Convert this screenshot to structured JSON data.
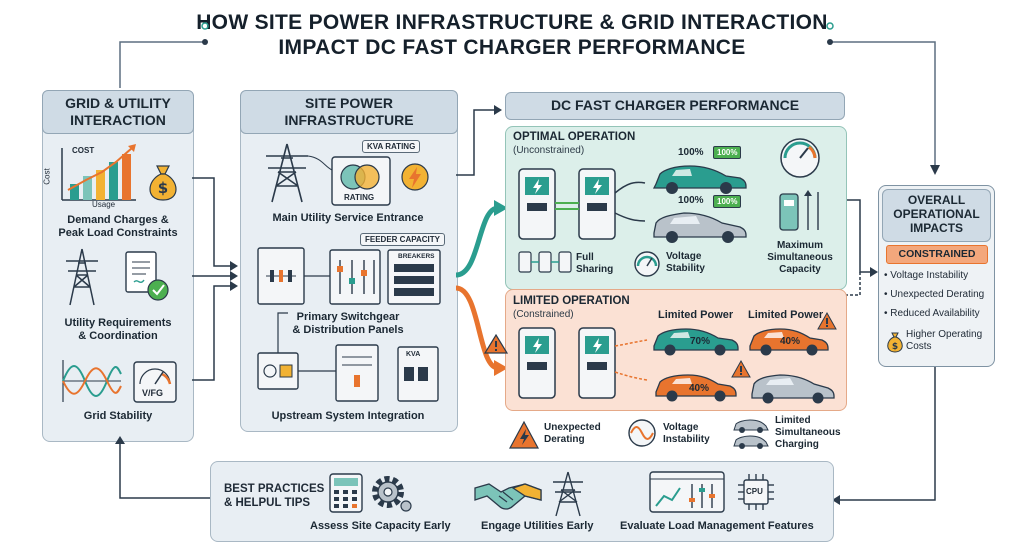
{
  "title": {
    "line1": "HOW SITE POWER INFRASTRUCTURE & GRID INTERACTION",
    "line2": "IMPACT DC FAST CHARGER PERFORMANCE"
  },
  "grid_column": {
    "heading_line1": "GRID & UTILITY",
    "heading_line2": "INTERACTION",
    "chart_cost_label": "COST",
    "chart_axis_y": "Cost",
    "chart_axis_x": "Usage",
    "item1_line1": "Demand Charges &",
    "item1_line2": "Peak Load Constraints",
    "item2_line1": "Utility Requirements",
    "item2_line2": "& Coordination",
    "meter_label": "V/FG",
    "item3": "Grid Stability"
  },
  "site_column": {
    "heading_line1": "SITE POWER",
    "heading_line2": "INFRASTRUCTURE",
    "kva_tag": "KVA RATING",
    "rating_label": "RATING",
    "item1": "Main Utility Service Entrance",
    "feeder_tag": "FEEDER CAPACITY",
    "breakers_tag": "BREAKERS",
    "item2_line1": "Primary Switchgear",
    "item2_line2": "& Distribution Panels",
    "kva_small": "KVA",
    "item3": "Upstream System Integration"
  },
  "charger_column": {
    "heading": "DC FAST CHARGER PERFORMANCE",
    "optimal": {
      "title": "OPTIMAL OPERATION",
      "subtitle": "(Unconstrained)",
      "car1_pct": "100%",
      "car1_badge": "100%",
      "car2_pct": "100%",
      "car2_badge": "100%",
      "full_sharing": "Full Sharing",
      "voltage_line1": "Voltage",
      "voltage_line2": "Stability",
      "capacity_line1": "Maximum",
      "capacity_line2": "Simultaneous",
      "capacity_line3": "Capacity"
    },
    "limited": {
      "title": "LIMITED OPERATION",
      "subtitle": "(Constrained)",
      "limited_power_1": "Limited Power",
      "limited_power_2": "Limited Power",
      "car1_pct": "70%",
      "car2_pct": "40%",
      "car3_pct": "40%"
    },
    "bottom": {
      "derating_line1": "Unexpected",
      "derating_line2": "Derating",
      "instab_line1": "Voltage",
      "instab_line2": "Instability",
      "limited_line1": "Limited",
      "limited_line2": "Simultaneous",
      "limited_line3": "Charging"
    }
  },
  "overall": {
    "heading_line1": "OVERALL",
    "heading_line2": "OPERATIONAL",
    "heading_line3": "IMPACTS",
    "badge": "CONSTRAINED",
    "items": [
      "Voltage Instability",
      "Unexpected Derating",
      "Reduced Availability"
    ],
    "cost_line1": "Higher Operating",
    "cost_line2": "Costs"
  },
  "best_practices": {
    "heading_line1": "BEST PRACTICES",
    "heading_line2": "& HELPUL TIPS",
    "tip1": "Assess Site Capacity Early",
    "tip2": "Engage Utilities Early",
    "tip3": "Evaluate Load Management Features",
    "cpu_label": "CPU"
  },
  "colors": {
    "teal": "#2a9d8f",
    "orange": "#e8742e",
    "gold": "#f2b233",
    "navy": "#2b3a4a",
    "green": "#4caf50"
  }
}
